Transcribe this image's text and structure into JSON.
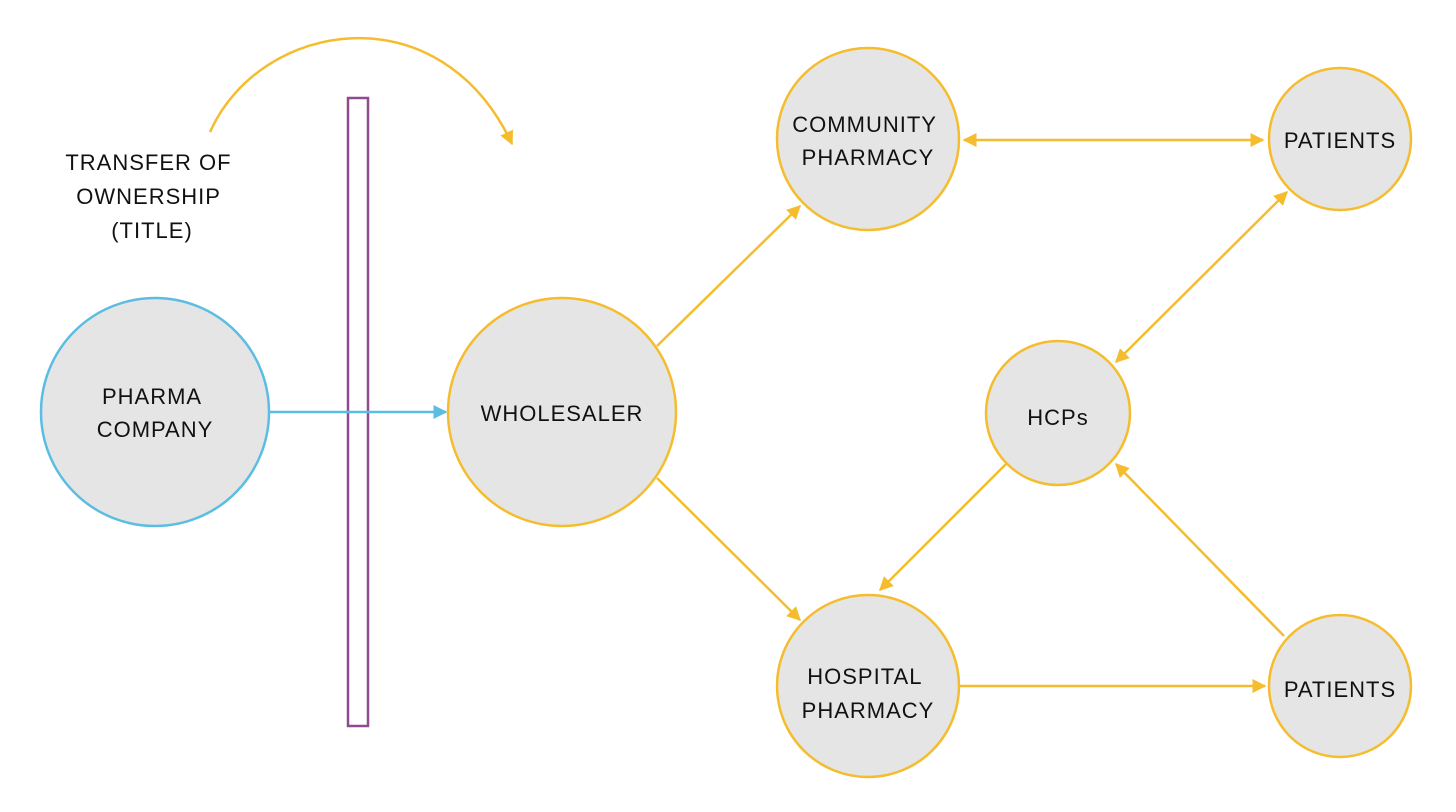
{
  "colors": {
    "node_fill": "#e5e5e5",
    "pharma_stroke": "#5bbde2",
    "pharma_arrow": "#5bbde2",
    "chain_stroke": "#f5bd2e",
    "barrier_stroke": "#8e4b8e",
    "text": "#111111"
  },
  "transfer_note": {
    "line1": "TRANSFER OF",
    "line2": "OWNERSHIP",
    "line3": "(TITLE)"
  },
  "nodes": {
    "pharma_company": {
      "line1": "PHARMA",
      "line2": "COMPANY"
    },
    "wholesaler": {
      "line1": "WHOLESALER"
    },
    "community_pharmacy": {
      "line1": "COMMUNITY",
      "line2": "PHARMACY"
    },
    "hospital_pharmacy": {
      "line1": "HOSPITAL",
      "line2": "PHARMACY"
    },
    "hcps": {
      "line1": "HCPs"
    },
    "patients_top": {
      "line1": "PATIENTS"
    },
    "patients_bottom": {
      "line1": "PATIENTS"
    }
  }
}
